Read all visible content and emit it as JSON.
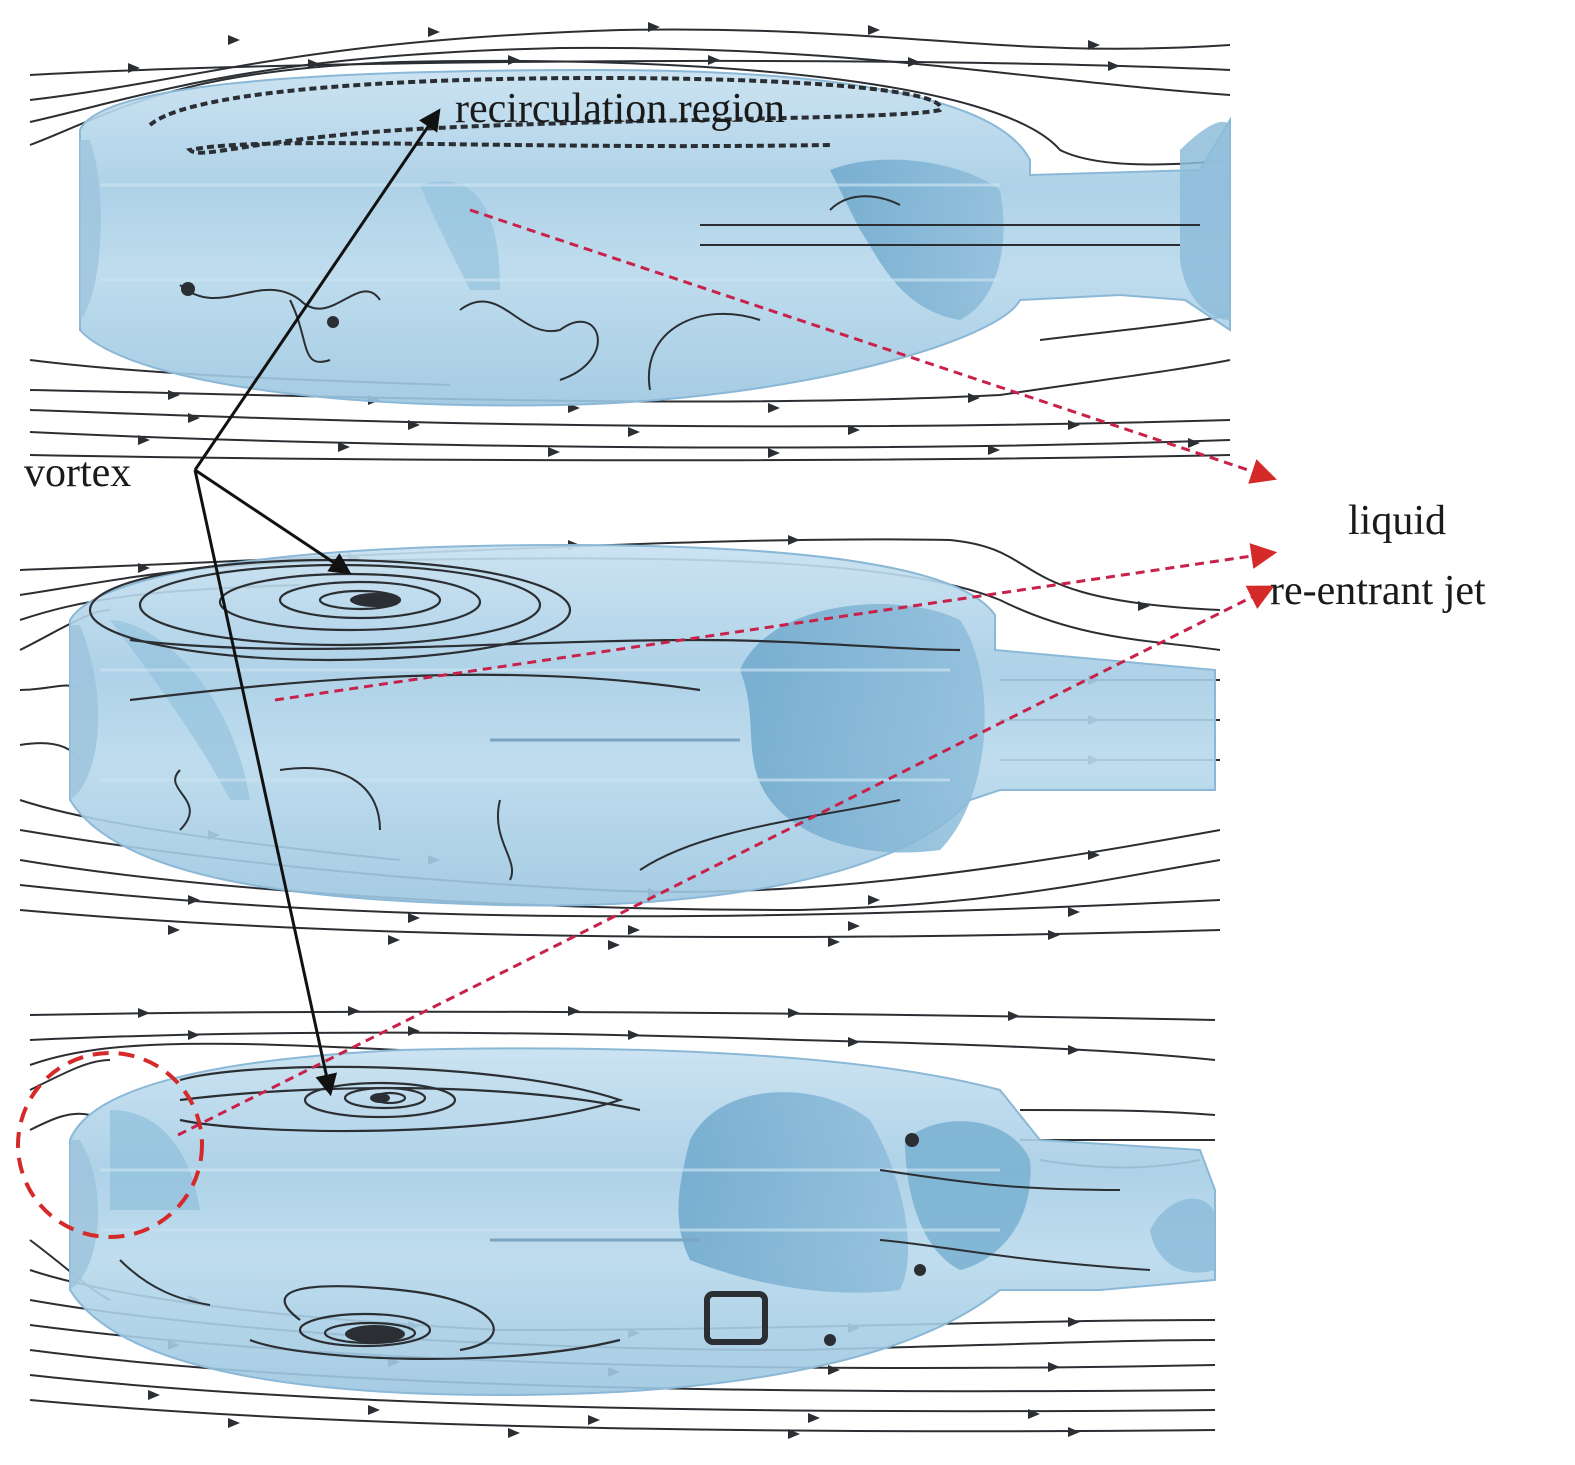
{
  "labels": {
    "recirculation": "recirculation region",
    "vortex": "vortex",
    "liquid": "liquid",
    "reentrant_jet": "re-entrant jet"
  },
  "colors": {
    "background": "#ffffff",
    "cavity_fill": "#a9cfe6",
    "cavity_dark": "#6fa8cc",
    "cavity_light": "#d4e9f5",
    "streamline": "#2b2f33",
    "annotation_arrow": "#111111",
    "jet_arrow": "#c8214a"
  },
  "panels": [
    {
      "name": "cavity-panel-1",
      "feature": "recirculation region"
    },
    {
      "name": "cavity-panel-2",
      "feature": "vortex"
    },
    {
      "name": "cavity-panel-3",
      "feature": "vortex"
    }
  ]
}
